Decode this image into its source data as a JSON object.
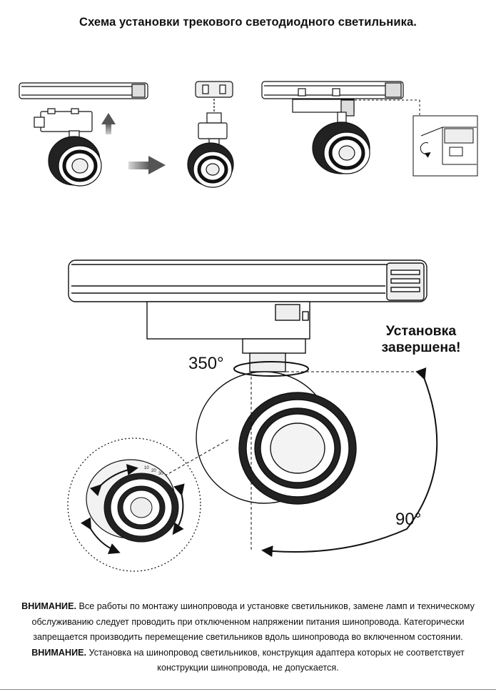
{
  "title": "Схема установки трекового светодиодного светильника.",
  "labels": {
    "installation_complete": "Установка завершена!",
    "rotation_horizontal": "350°",
    "rotation_vertical": "90°"
  },
  "dial_ticks": [
    "10",
    "20",
    "30"
  ],
  "notice": {
    "para1_heading": "ВНИМАНИЕ.",
    "para1_text": " Все работы по монтажу шинопровода и установке светильников, замене ламп и техническому обслуживанию следует проводить при отключенном напряжении питания шинопровода. Категорически запрещается производить перемещение светильников вдоль шинопровода во включенном состоянии.",
    "para2_heading": "ВНИМАНИЕ.",
    "para2_text": " Установка на шинопровод светильников, конструкция адаптера которых не соответствует конструкции шинопровода, не допускается."
  }
}
